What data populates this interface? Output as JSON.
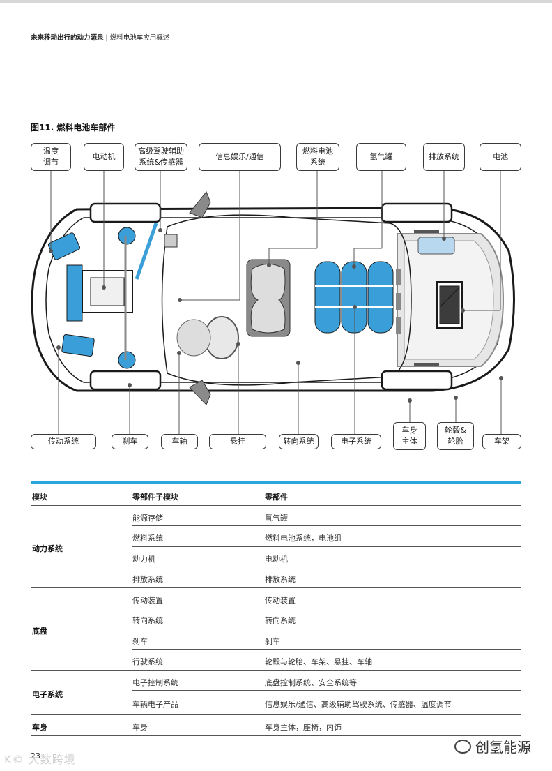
{
  "header": {
    "bold": "未来移动出行的动力源泉",
    "separator": "|",
    "rest": "燃料电池车应用概述"
  },
  "figure_title": "图11. 燃料电池车部件",
  "callouts_top": [
    "温度\n调节",
    "电动机",
    "高级驾驶辅助\n系统&传感器",
    "信息娱乐/通信",
    "燃料电池\n系统",
    "氢气罐",
    "排放系统",
    "电池"
  ],
  "callouts_bottom": [
    "传动系统",
    "刹车",
    "车轴",
    "悬挂",
    "转向系统",
    "电子系统",
    "车身\n主体",
    "轮毂&\n轮胎",
    "车架"
  ],
  "table": {
    "headers": [
      "模块",
      "零部件子模块",
      "零部件"
    ],
    "groups": [
      {
        "module": "动力系统",
        "rows": [
          {
            "sub": "能源存储",
            "parts": "氢气罐"
          },
          {
            "sub": "燃料系统",
            "parts": "燃料电池系统，电池组"
          },
          {
            "sub": "动力机",
            "parts": "电动机"
          },
          {
            "sub": "排放系统",
            "parts": "排放系统"
          }
        ]
      },
      {
        "module": "底盘",
        "rows": [
          {
            "sub": "传动装置",
            "parts": "传动装置"
          },
          {
            "sub": "转向系统",
            "parts": "转向系统"
          },
          {
            "sub": "刹车",
            "parts": "刹车"
          },
          {
            "sub": "行驶系统",
            "parts": "轮毂与轮胎、车架、悬挂、车轴"
          }
        ]
      },
      {
        "module": "电子系统",
        "rows": [
          {
            "sub": "电子控制系统",
            "parts": "底盘控制系统、安全系统等"
          },
          {
            "sub": "车辆电子产品",
            "parts": "信息娱乐/通信、高级辅助驾驶系统、传感器、温度调节"
          }
        ]
      },
      {
        "module": "车身",
        "rows": [
          {
            "sub": "车身",
            "parts": "车身主体，座椅，内饰"
          }
        ]
      }
    ]
  },
  "page_number": "23",
  "watermark_left": "K© 大数跨境",
  "watermark_right": "创氢能源",
  "colors": {
    "accent": "#2aa6dc",
    "component_blue": "#3a9fd8",
    "outline": "#1a1a1a",
    "gray": "#8a8a8a"
  }
}
